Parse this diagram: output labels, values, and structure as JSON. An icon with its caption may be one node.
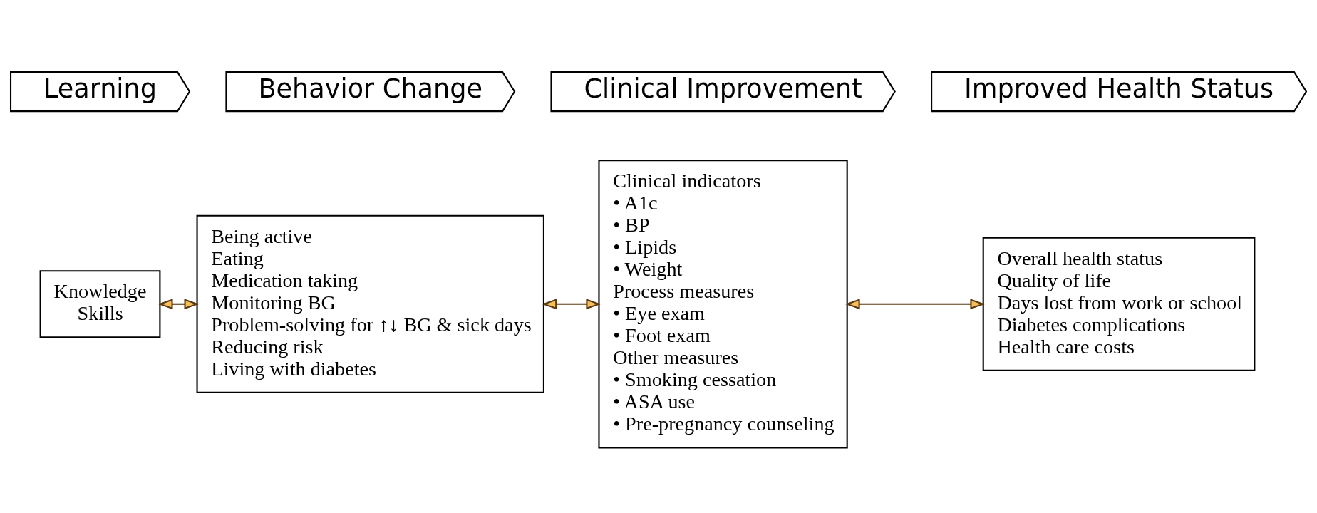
{
  "diagram": {
    "nodes": [
      {
        "text": [
          "Learning"
        ]
      },
      {
        "text": [
          "Behavior Change"
        ]
      },
      {
        "text": [
          "Clinical Improvement"
        ]
      },
      {
        "text": [
          "Improved Health Status"
        ]
      },
      {
        "text": [
          "Knowledge",
          "Skills"
        ]
      },
      {
        "text": [
          "Being active",
          "Eating",
          "Medication taking",
          "Monitoring BG",
          "Problem-solving for ↑↓ BG & sick days",
          "Reducing risk",
          "Living with diabetes"
        ]
      },
      {
        "text": [
          "Clinical indicators",
          "• A1c",
          "• BP",
          "• Lipids",
          "• Weight",
          "Process measures",
          "• Eye exam",
          "• Foot exam",
          "Other measures",
          "• Smoking cessation",
          "• ASA use",
          "• Pre-pregnancy counseling"
        ]
      },
      {
        "text": [
          "Overall health status",
          "Quality of life",
          "Days lost from work or school",
          "Diabetes complications",
          "Health care costs"
        ]
      }
    ],
    "edges": [
      {
        "from": 4,
        "to": 5,
        "arrow": "both"
      },
      {
        "from": 5,
        "to": 6,
        "arrow": "both"
      },
      {
        "from": 6,
        "to": 7,
        "arrow": "both"
      }
    ]
  }
}
